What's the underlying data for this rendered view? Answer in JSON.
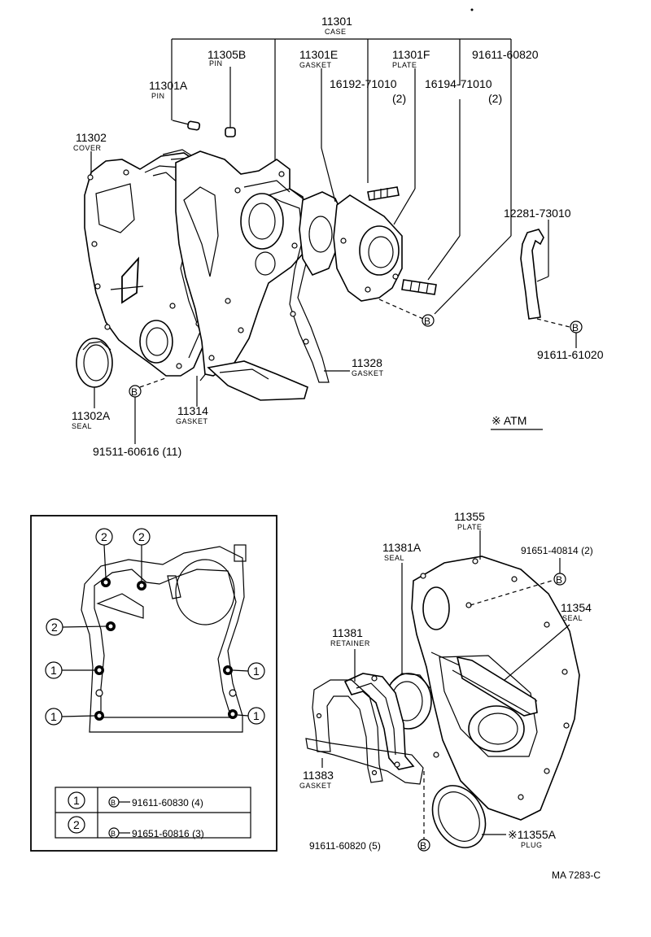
{
  "diagram": {
    "top": {
      "case_num": "11301",
      "case_sub": "CASE",
      "pin_b_num": "11305B",
      "pin_b_sub": "PIN",
      "gasket_e_num": "11301E",
      "gasket_e_sub": "GASKET",
      "plate_f_num": "11301F",
      "plate_f_sub": "PLATE",
      "bolt_top_num": "91611-60820",
      "pin_a_num": "11301A",
      "pin_a_sub": "PIN",
      "stud1_num": "16192-71010",
      "stud1_qty": "(2)",
      "stud2_num": "16194-71010",
      "stud2_qty": "(2)",
      "cover_num": "11302",
      "cover_sub": "COVER",
      "tube_num": "12281-73010",
      "gasket28_num": "11328",
      "gasket28_sub": "GASKET",
      "bolt_right_num": "91611-61020",
      "seal_num": "11302A",
      "seal_sub": "SEAL",
      "gasket14_num": "11314",
      "gasket14_sub": "GASKET",
      "bolt_bottom_num": "91511-60616 (11)",
      "atm_label": "※ ATM",
      "b_symbol": "B"
    },
    "inset": {
      "callout_1": "1",
      "callout_2": "2",
      "legend_row1_part": "91611-60830 (4)",
      "legend_row2_part": "91651-60816 (3)"
    },
    "bottom": {
      "plate_num": "11355",
      "plate_sub": "PLATE",
      "seal81a_num": "11381A",
      "seal81a_sub": "SEAL",
      "bolt_plate_num": "91651-40814 (2)",
      "seal54_num": "11354",
      "seal54_sub": "SEAL",
      "retainer_num": "11381",
      "retainer_sub": "RETAINER",
      "gasket83_num": "11383",
      "gasket83_sub": "GASKET",
      "bolt_bottom_num": "91611-60820 (5)",
      "plug_num": "※11355A",
      "plug_sub": "PLUG"
    },
    "footer_code": "MA  7283-C"
  }
}
